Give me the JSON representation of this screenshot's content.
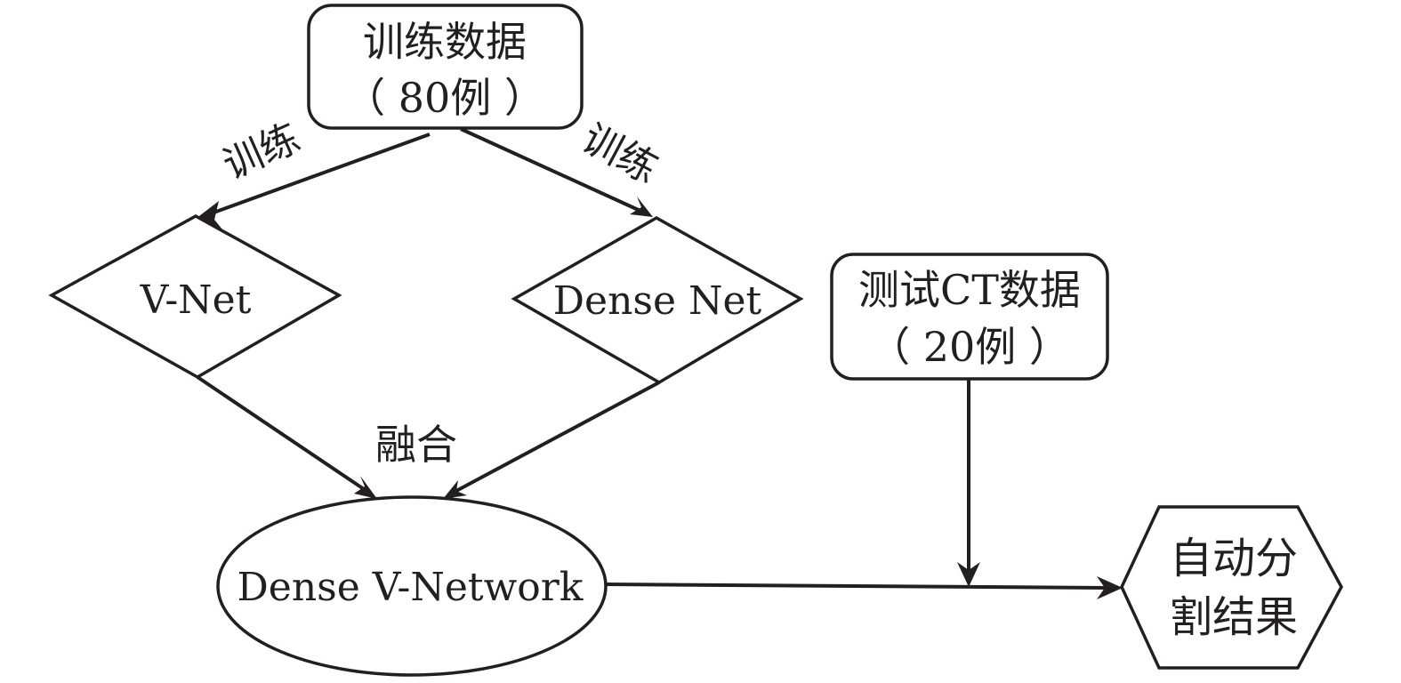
{
  "nodes": {
    "train_data": {
      "line1": "训练数据",
      "line2": "（ 80例 ）"
    },
    "vnet": {
      "label": "V-Net"
    },
    "densenet": {
      "label": "Dense Net"
    },
    "test_data": {
      "line1": "测试CT数据",
      "line2": "（ 20例 ）"
    },
    "dense_vnetwork": {
      "label": "Dense V-Network"
    },
    "result": {
      "line1": "自动分",
      "line2": "割结果"
    }
  },
  "edges": {
    "train_left": "训练",
    "train_right": "训练",
    "fusion": "融合"
  },
  "colors": {
    "stroke": "#231f20",
    "background": "#ffffff"
  }
}
